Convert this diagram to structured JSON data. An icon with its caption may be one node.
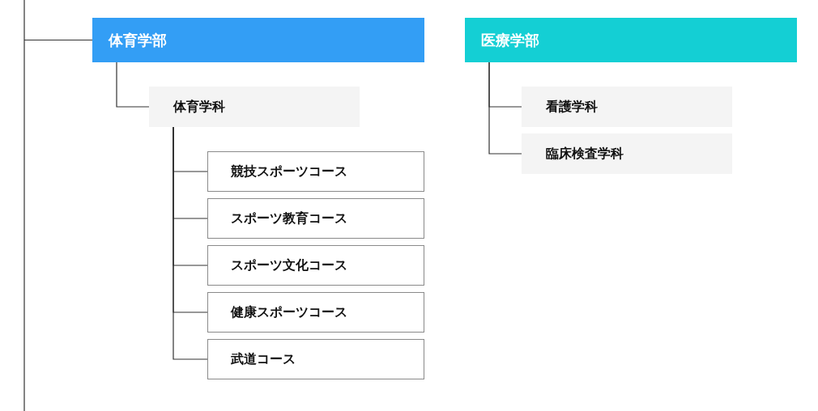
{
  "diagram": {
    "nodes": [
      {
        "text": [
          "体育学部"
        ]
      },
      {
        "text": [
          "体育学科"
        ]
      },
      {
        "text": [
          "競技スポーツコース"
        ]
      },
      {
        "text": [
          "スポーツ教育コース"
        ]
      },
      {
        "text": [
          "スポーツ文化コース"
        ]
      },
      {
        "text": [
          "健康スポーツコース"
        ]
      },
      {
        "text": [
          "武道コース"
        ]
      },
      {
        "text": [
          "医療学部"
        ]
      },
      {
        "text": [
          "看護学科"
        ]
      },
      {
        "text": [
          "臨床検査学科"
        ]
      }
    ],
    "edges": [
      {
        "from": null,
        "to": 0,
        "arrow": "none"
      },
      {
        "from": 0,
        "to": 1,
        "arrow": "none"
      },
      {
        "from": 1,
        "to": 2,
        "arrow": "none"
      },
      {
        "from": 1,
        "to": 3,
        "arrow": "none"
      },
      {
        "from": 1,
        "to": 4,
        "arrow": "none"
      },
      {
        "from": 1,
        "to": 5,
        "arrow": "none"
      },
      {
        "from": 1,
        "to": 6,
        "arrow": "none"
      },
      {
        "from": 7,
        "to": 8,
        "arrow": "none"
      },
      {
        "from": 7,
        "to": 9,
        "arrow": "none"
      }
    ]
  }
}
